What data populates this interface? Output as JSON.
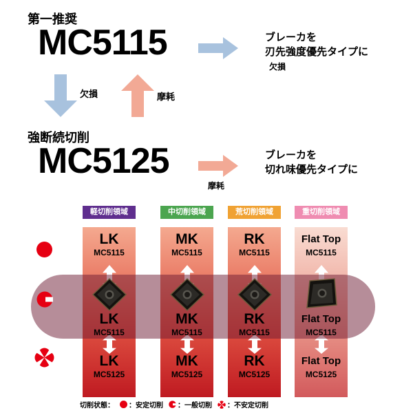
{
  "header": {
    "recommendation_label": "第一推奨",
    "primary_grade": "MC5115",
    "primary_arrow_caption": "欠損",
    "primary_result_line1": "ブレーカを",
    "primary_result_line2": "刃先強度優先タイプに",
    "down_arrow_label": "欠損",
    "up_arrow_label": "摩耗",
    "secondary_section_label": "強断続切削",
    "secondary_grade": "MC5125",
    "secondary_arrow_caption": "摩耗",
    "secondary_result_line1": "ブレーカを",
    "secondary_result_line2": "切れ味優先タイプに"
  },
  "matrix": {
    "columns": [
      {
        "header": "軽切削領域",
        "header_color": "#5f2e8e",
        "rows": [
          {
            "breaker": "LK",
            "grade": "MC5115"
          },
          {
            "breaker": "LK",
            "grade": "MC5115"
          },
          {
            "breaker": "LK",
            "grade": "MC5125"
          }
        ]
      },
      {
        "header": "中切削領域",
        "header_color": "#4ba54f",
        "rows": [
          {
            "breaker": "MK",
            "grade": "MC5115"
          },
          {
            "breaker": "MK",
            "grade": "MC5115"
          },
          {
            "breaker": "MK",
            "grade": "MC5125"
          }
        ]
      },
      {
        "header": "荒切削領域",
        "header_color": "#f0a233",
        "rows": [
          {
            "breaker": "RK",
            "grade": "MC5115"
          },
          {
            "breaker": "RK",
            "grade": "MC5115"
          },
          {
            "breaker": "RK",
            "grade": "MC5125"
          }
        ]
      },
      {
        "header": "重切削領域",
        "header_color": "#ef8cb1",
        "rows": [
          {
            "breaker": "Flat Top",
            "grade": "MC5115"
          },
          {
            "breaker": "Flat Top",
            "grade": "MC5115"
          },
          {
            "breaker": "Flat Top",
            "grade": "MC5125"
          }
        ]
      }
    ]
  },
  "legend": {
    "title": "切削状態：",
    "stable_label": "：安定切削",
    "general_label": "：一般切削",
    "unstable_label": "：不安定切削"
  },
  "colors": {
    "blue_arrow": "#a8c2de",
    "salmon_arrow": "#f2a995",
    "icon_red": "#e60012",
    "column_gradient_top": "#f4a98f",
    "column_gradient_bottom": "#bf1a21",
    "heavy_column_gradient_top": "#f9dcd2",
    "heavy_column_gradient_bottom": "#d25a5c",
    "band_overlay": "rgba(109,28,52,0.5)"
  }
}
